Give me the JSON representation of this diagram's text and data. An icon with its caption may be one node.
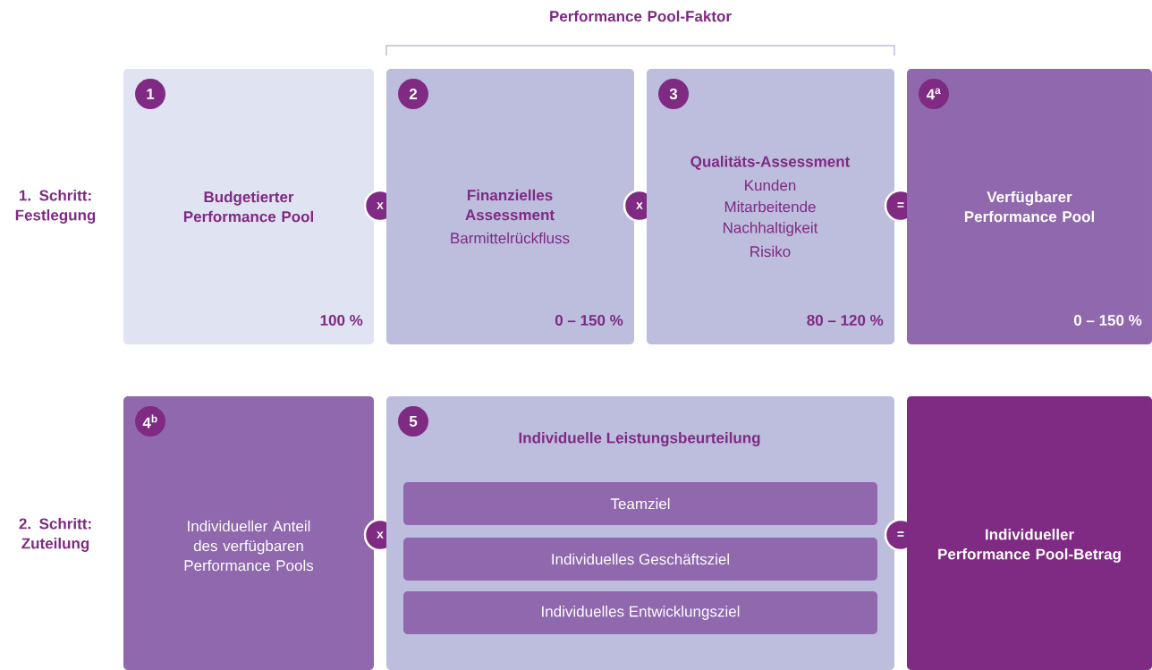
{
  "diagram": {
    "nodes": [
      {
        "text": [
          "1",
          "Budgetierter Performance Pool",
          "100 %"
        ]
      },
      {
        "text": [
          "x"
        ]
      },
      {
        "text": [
          "2",
          "Finanzielles Assessment",
          "Barmittelrückfluss",
          "0 – 150 %"
        ]
      },
      {
        "text": [
          "x"
        ]
      },
      {
        "text": [
          "3",
          "Qualitäts-Assessment",
          "Kunden",
          "Mitarbeitende",
          "Nachhaltigkeit",
          "Risiko",
          "80 – 120 %"
        ]
      },
      {
        "text": [
          "="
        ]
      },
      {
        "text": [
          "4$^{a}$",
          "Verfügbarer Performance Pool",
          "0 – 150 %"
        ]
      },
      {
        "text": [
          "4$^{b}$",
          "Individueller Anteil des verfügbaren Performance Pools"
        ]
      },
      {
        "text": [
          "x"
        ]
      },
      {
        "text": [
          "5",
          "Individuelle Leistungsbeurteilung"
        ]
      },
      {
        "text": [
          "Teamziel"
        ],
        "in": 9
      },
      {
        "text": [
          "Individuelles Geschäftsziel"
        ],
        "in": 9
      },
      {
        "text": [
          "Individuelles Entwicklungsziel"
        ],
        "in": 9
      },
      {
        "text": [
          "="
        ]
      },
      {
        "text": [
          "Individueller Performance Pool-Betrag"
        ]
      }
    ],
    "edges": [],
    "labels": [
      "Performance Pool-Faktor",
      "1. Schritt: Festlegung",
      "2. Schritt: Zuteilung"
    ]
  }
}
